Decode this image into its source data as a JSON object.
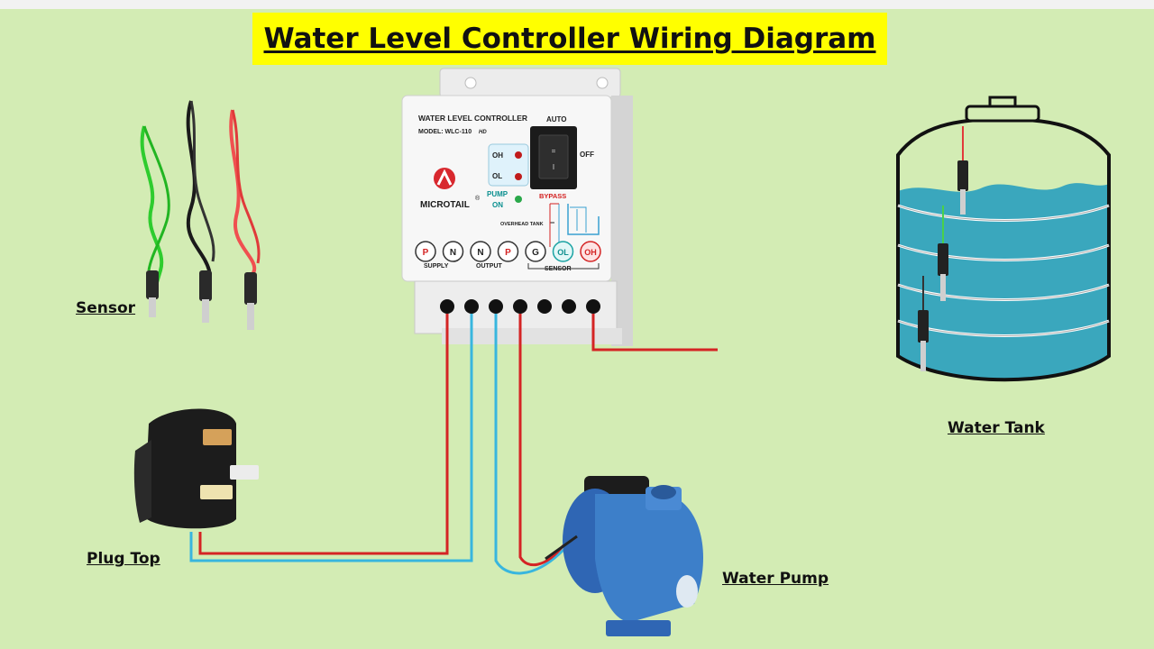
{
  "title": "Water Level Controller Wiring Diagram",
  "labels": {
    "sensor": "Sensor",
    "plug_top": "Plug Top",
    "water_pump": "Water Pump",
    "water_tank": "Water Tank"
  },
  "controller": {
    "heading": "WATER LEVEL CONTROLLER",
    "model": "MODEL: WLC-110",
    "model_suffix": "HD",
    "brand": "MICROTAIL",
    "brand_mark": "®",
    "auto": "AUTO",
    "off": "OFF",
    "bypass": "BYPASS",
    "oh": "OH",
    "ol": "OL",
    "pump": "PUMP",
    "on": "ON",
    "overhead_tank": "OVERHEAD TANK",
    "terminals": [
      "P",
      "N",
      "N",
      "P",
      "G",
      "OL",
      "OH"
    ],
    "supply": "SUPPLY",
    "output": "OUTPUT",
    "sensor": "SENSOR",
    "switch_on_mark": "I",
    "switch_mid_mark": "="
  },
  "colors": {
    "background": "#d3ecb4",
    "title_bg": "#ffff00",
    "wire_red": "#d42424",
    "wire_blue": "#38b6de",
    "water": "#3aa7bd",
    "pump_blue": "#3d7fc9",
    "tank_outline": "#111111"
  },
  "icons": [
    "sensor-wire-icon",
    "plug-icon",
    "pump-icon",
    "tank-icon",
    "microtail-logo-icon"
  ]
}
